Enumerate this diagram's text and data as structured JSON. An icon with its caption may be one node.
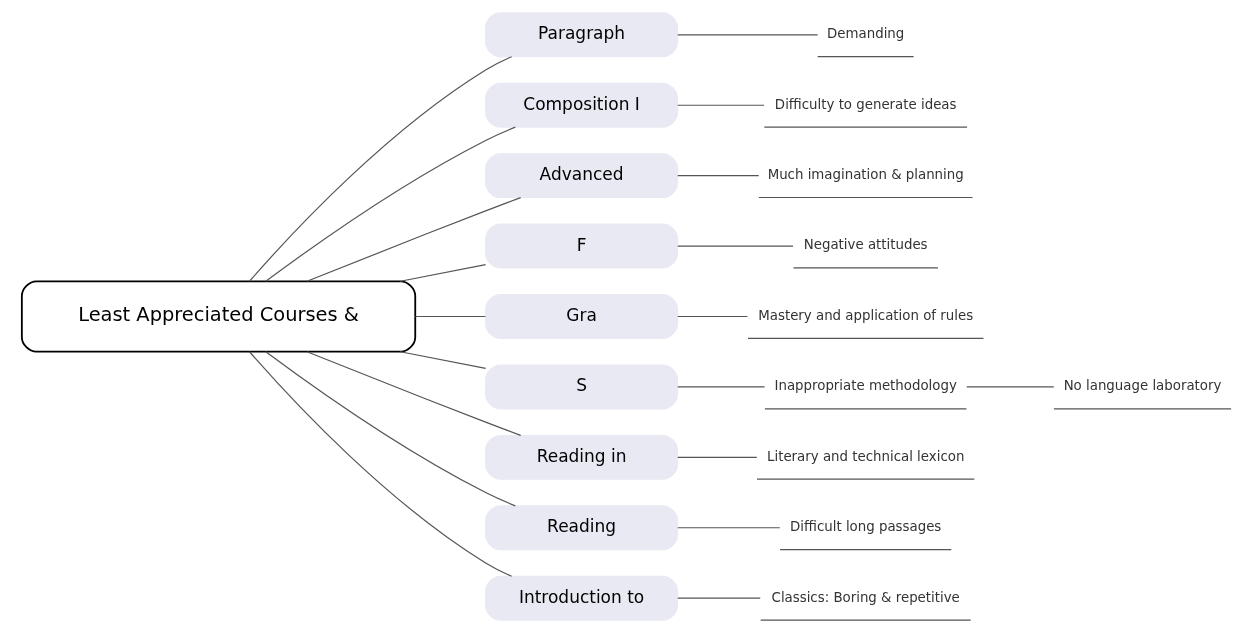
{
  "diagram": {
    "nodes": [
      {
        "text": [
          "Least Appreciated Courses &"
        ]
      },
      {
        "text": [
          "Paragraph"
        ]
      },
      {
        "text": [
          "Demanding"
        ]
      },
      {
        "text": [
          "Composition I"
        ]
      },
      {
        "text": [
          "Difficulty to generate ideas"
        ]
      },
      {
        "text": [
          "Advanced"
        ]
      },
      {
        "text": [
          "Much imagination & planning"
        ]
      },
      {
        "text": [
          "F"
        ]
      },
      {
        "text": [
          "Negative attitudes"
        ]
      },
      {
        "text": [
          "Gra"
        ]
      },
      {
        "text": [
          "Mastery and application of rules"
        ]
      },
      {
        "text": [
          "S"
        ]
      },
      {
        "text": [
          "Inappropriate methodology"
        ]
      },
      {
        "text": [
          "No language laboratory"
        ]
      },
      {
        "text": [
          "Reading in"
        ]
      },
      {
        "text": [
          "Literary and technical lexicon"
        ]
      },
      {
        "text": [
          "Reading"
        ]
      },
      {
        "text": [
          "Difficult long passages"
        ]
      },
      {
        "text": [
          "Introduction to"
        ]
      },
      {
        "text": [
          "Classics: Boring & repetitive"
        ]
      }
    ],
    "edges": [
      {
        "from": 0,
        "to": 1,
        "arrow": "none"
      },
      {
        "from": 0,
        "to": 3,
        "arrow": "none"
      },
      {
        "from": 0,
        "to": 5,
        "arrow": "none"
      },
      {
        "from": 0,
        "to": 7,
        "arrow": "none"
      },
      {
        "from": 0,
        "to": 9,
        "arrow": "none"
      },
      {
        "from": 0,
        "to": 11,
        "arrow": "none"
      },
      {
        "from": 0,
        "to": 14,
        "arrow": "none"
      },
      {
        "from": 0,
        "to": 16,
        "arrow": "none"
      },
      {
        "from": 0,
        "to": 18,
        "arrow": "none"
      },
      {
        "from": 1,
        "to": 2,
        "arrow": "none"
      },
      {
        "from": 3,
        "to": 4,
        "arrow": "none"
      },
      {
        "from": 5,
        "to": 6,
        "arrow": "none"
      },
      {
        "from": 7,
        "to": 8,
        "arrow": "none"
      },
      {
        "from": 9,
        "to": 10,
        "arrow": "none"
      },
      {
        "from": 11,
        "to": 12,
        "arrow": "none"
      },
      {
        "from": 12,
        "to": 13,
        "arrow": "none"
      },
      {
        "from": 14,
        "to": 15,
        "arrow": "none"
      },
      {
        "from": 16,
        "to": 17,
        "arrow": "none"
      },
      {
        "from": 18,
        "to": 19,
        "arrow": "none"
      }
    ]
  }
}
